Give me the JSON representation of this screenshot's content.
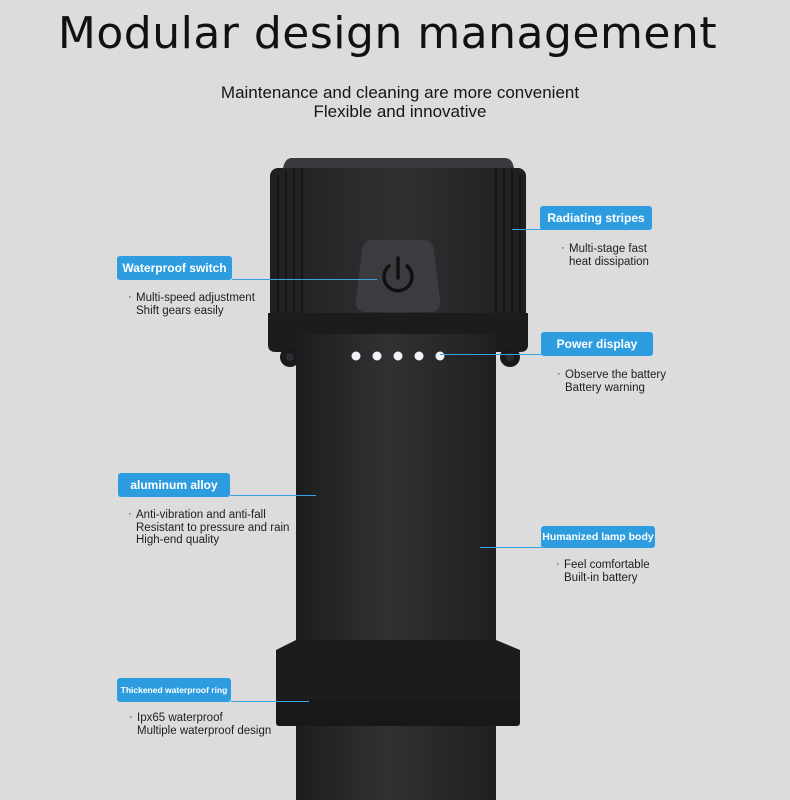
{
  "header": {
    "title": "Modular design management",
    "subtitle_line1": "Maintenance and cleaning are more convenient",
    "subtitle_line2": "Flexible and innovative"
  },
  "colors": {
    "background": "#dcdcdc",
    "badge_blue": "#2e9de0",
    "device_body": "#2a2b2d",
    "indicator_light": "#f1f3f6"
  },
  "device": {
    "power_icon": "power-icon",
    "indicator_count": 5
  },
  "callouts": {
    "waterproof_switch": {
      "label": "Waterproof switch",
      "line1": "Multi-speed adjustment",
      "line2": "Shift gears easily"
    },
    "radiating_stripes": {
      "label": "Radiating stripes",
      "line1": "Multi-stage fast",
      "line2": "heat dissipation"
    },
    "power_display": {
      "label": "Power display",
      "line1": "Observe the battery",
      "line2": "Battery warning"
    },
    "aluminum_alloy": {
      "label": "aluminum alloy",
      "line1": "Anti-vibration and anti-fall",
      "line2": "Resistant to pressure and rain",
      "line3": "High-end quality"
    },
    "humanized_lamp_body": {
      "label": "Humanized lamp body",
      "line1": "Feel comfortable",
      "line2": "Built-in battery"
    },
    "thickened_ring": {
      "label": "Thickened waterproof ring",
      "line1": "Ipx65 waterproof",
      "line2": "Multiple waterproof design"
    }
  }
}
